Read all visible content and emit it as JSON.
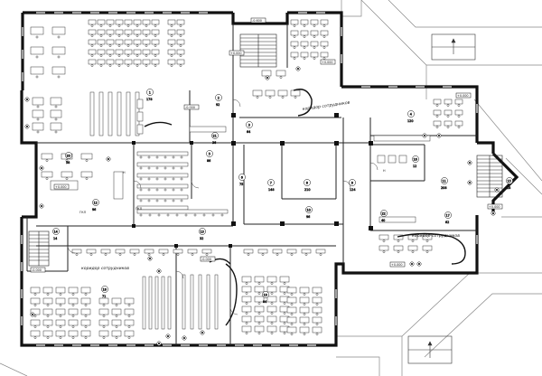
{
  "corridor_labels": [
    "коридор сотрудников",
    "коридор сотрудников",
    "коридор сотрудников"
  ],
  "level_marks": [
    "-0.600",
    "+0.000",
    "-0.000",
    "+0.000",
    "-0.000",
    "-0.000",
    "+0.000",
    "+0.000",
    "+0.000",
    "+0.000"
  ],
  "room_numbers": [
    "1",
    "2",
    "3",
    "4",
    "5",
    "6",
    "7",
    "8",
    "9",
    "10",
    "11",
    "12",
    "13",
    "14",
    "15",
    "16",
    "17",
    "18",
    "19",
    "20",
    "21",
    "22"
  ],
  "room_areas": [
    "178",
    "92",
    "64",
    "120",
    "86",
    "75",
    "148",
    "210",
    "124",
    "96",
    "208",
    "96",
    "32",
    "14",
    "18",
    "12",
    "62",
    "71",
    "84",
    "58",
    "36",
    "40"
  ],
  "annotations": [
    "ГКЛ",
    "ГКЛ",
    "Н",
    "Н"
  ]
}
